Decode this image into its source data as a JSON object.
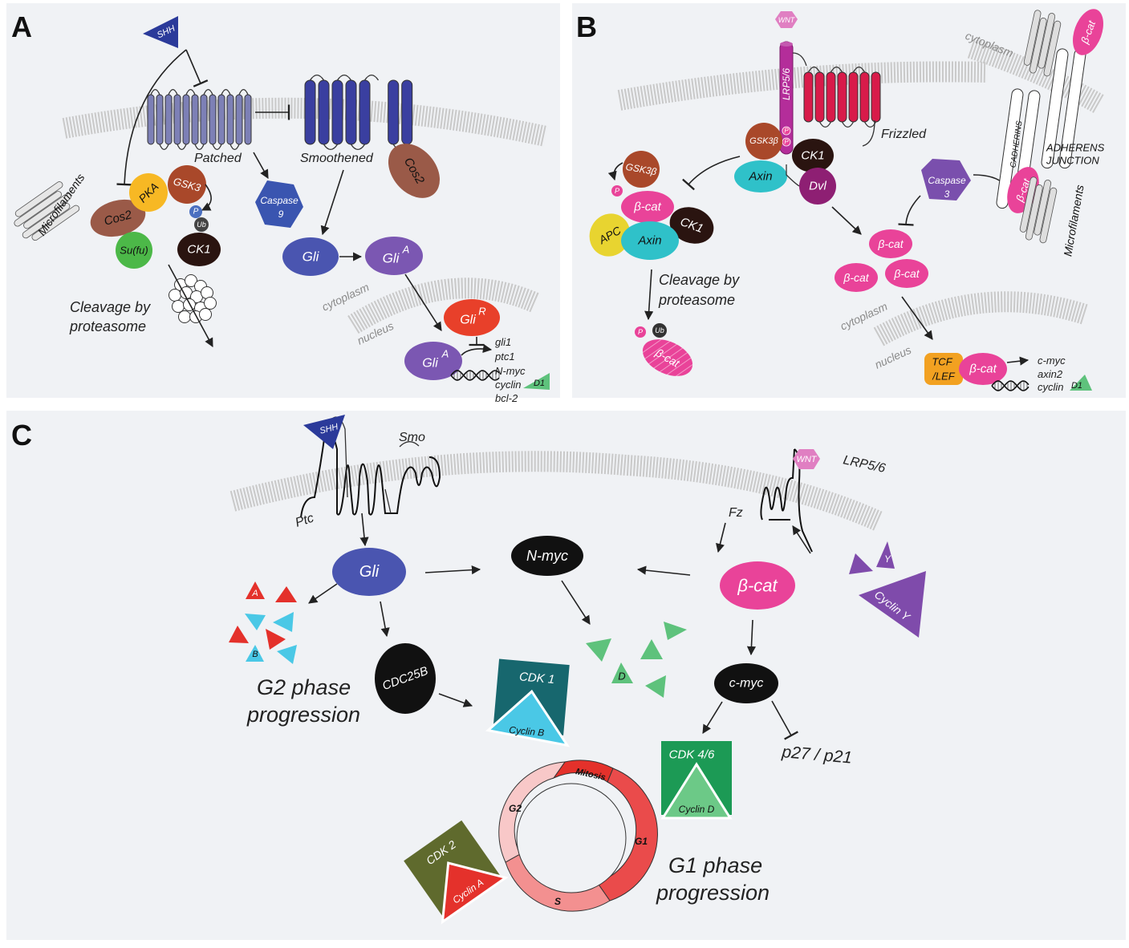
{
  "panels": {
    "A": {
      "label": "A",
      "ligand": "SHH",
      "receptor1": "Patched",
      "receptor2": "Smoothened",
      "cos2_membrane": "Cos2",
      "microfilaments": "Microfilaments",
      "complex": {
        "cos2": "Cos2",
        "pka": "PKA",
        "gsk3": "GSK3",
        "sufu": "Su(fu)",
        "p": "P",
        "ub": "Ub",
        "ck1": "CK1"
      },
      "caspase": [
        "Caspase",
        "9"
      ],
      "gli": "Gli",
      "gli_a": "Gli",
      "gli_a_sup": "A",
      "gli_r": "Gli",
      "gli_r_sup": "R",
      "cleavage": [
        "Cleavage by",
        "proteasome"
      ],
      "cytoplasm": "cytoplasm",
      "nucleus": "nucleus",
      "targets": [
        "gli1",
        "ptc1",
        "N-myc",
        "cyclin",
        "bcl-2"
      ],
      "d1": "D1"
    },
    "B": {
      "label": "B",
      "ligand": "WNT",
      "coreceptor": "LRP5/6",
      "receptor": "Frizzled",
      "p1": "P",
      "p2": "P",
      "gsk3b": "GSK3β",
      "ck1": "CK1",
      "axin": "Axin",
      "dvl": "Dvl",
      "destruction": {
        "gsk3b": "GSK3β",
        "p": "P",
        "bcat": "β-cat",
        "ck1": "CK1",
        "apc": "APC",
        "axin": "Axin"
      },
      "cleavage": [
        "Cleavage by",
        "proteasome"
      ],
      "degraded": {
        "p": "P",
        "ub": "Ub",
        "bcat": "β-cat"
      },
      "caspase": [
        "Caspase",
        "3"
      ],
      "free_bcat": [
        "β-cat",
        "β-cat",
        "β-cat"
      ],
      "cytoplasm_top": "cytoplasm",
      "cadherins": "CADHERINS",
      "adherens": [
        "ADHERENS",
        "JUNCTION"
      ],
      "junction_bcat": [
        "β-cat",
        "β-cat"
      ],
      "microfilaments": "Microfilaments",
      "cytoplasm": "cytoplasm",
      "nucleus": "nucleus",
      "tcf": [
        "TCF",
        "/LEF"
      ],
      "nuclear_bcat": "β-cat",
      "targets": [
        "c-myc",
        "axin2",
        "cyclin"
      ],
      "d1": "D1"
    },
    "C": {
      "label": "C",
      "shh": "SHH",
      "smo": "Smo",
      "ptc": "Ptc",
      "wnt": "WNT",
      "lrp": "LRP5/6",
      "fz": "Fz",
      "gli": "Gli",
      "nmyc": "N-myc",
      "bcat": "β-cat",
      "cyclin_a": "A",
      "cyclin_b": "B",
      "cyclin_d": "D",
      "cyclin_y_small": "Y",
      "cyclin_y": "Cyclin Y",
      "cdc25b": "CDC25B",
      "g2_text": [
        "G2 phase",
        "progression"
      ],
      "cdk1": "CDK 1",
      "cyclinB": "Cyclin B",
      "cmyc": "c-myc",
      "p27": "p27 / p21",
      "cdk46": "CDK 4/6",
      "cyclinD": "Cyclin D",
      "cdk2": "CDK 2",
      "cyclinA": "Cyclin A",
      "cycle": {
        "mitosis": "Mitosis",
        "g1": "G1",
        "s": "S",
        "g2": "G2"
      },
      "g1_text": [
        "G1 phase",
        "progression"
      ]
    }
  },
  "colors": {
    "panel_bg": "#f0f2f5",
    "patched": "#7d80b6",
    "smoothened": "#3a3fa0",
    "shh": "#2b3a9a",
    "cos2": "#9a5a48",
    "pka": "#f7b824",
    "gsk3": "#a9482a",
    "sufu": "#4cb848",
    "ck1": "#2a1410",
    "gli": "#4a55b0",
    "gli_a": "#7b57b2",
    "gli_r": "#e8402a",
    "frizzled": "#d81b4a",
    "lrp": "#b42d9a",
    "wnt": "#e07fc2",
    "axin": "#2fc1c9",
    "dvl": "#8e1f73",
    "bcat": "#e94399",
    "apc": "#e8d430",
    "caspase3": "#7a4fad",
    "tcf": "#f2a121",
    "cyclin_d_green": "#5ec27c",
    "cdk1": "#17676e",
    "cyclin_b": "#4ac8e6",
    "cdk46": "#1c9a55",
    "cdk2": "#5f6a2d",
    "cyclin_a": "#e4312b",
    "cyclin_y": "#7f4bab"
  }
}
